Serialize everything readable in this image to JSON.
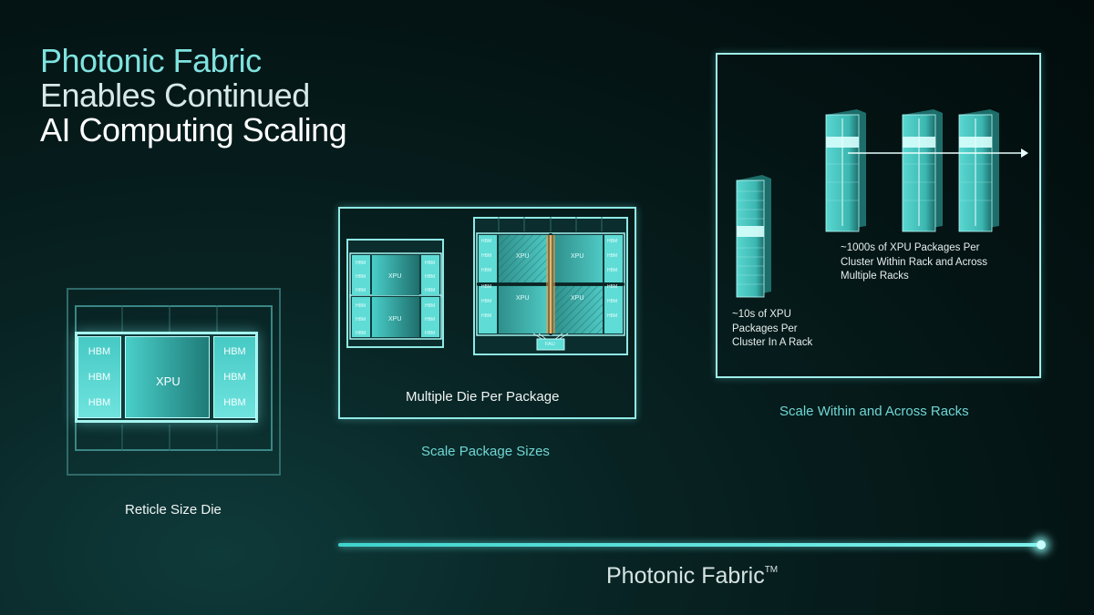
{
  "title": {
    "line1": "Photonic Fabric",
    "line2": "Enables Continued",
    "line3": "AI Computing Scaling"
  },
  "reticle": {
    "caption": "Reticle Size Die",
    "hbm": [
      "HBM",
      "HBM",
      "HBM"
    ],
    "xpu": "XPU"
  },
  "package": {
    "inner_caption": "Multiple Die Per Package",
    "caption": "Scale Package Sizes",
    "hbm": "HBM",
    "xpu": "XPU",
    "fau": "FAU"
  },
  "racks": {
    "caption": "Scale Within and Across Racks",
    "single_rack_note": [
      "~10s of XPU",
      "Packages Per",
      "Cluster In A Rack"
    ],
    "multi_rack_note": [
      "~1000s of XPU Packages Per",
      "Cluster Within Rack and Across",
      "Multiple Racks"
    ]
  },
  "footer": {
    "brand": "Photonic Fabric",
    "trademark": "TM"
  },
  "colors": {
    "accent": "#6fd6d3",
    "hbm": "#5fdcd6",
    "background": "#041414"
  }
}
